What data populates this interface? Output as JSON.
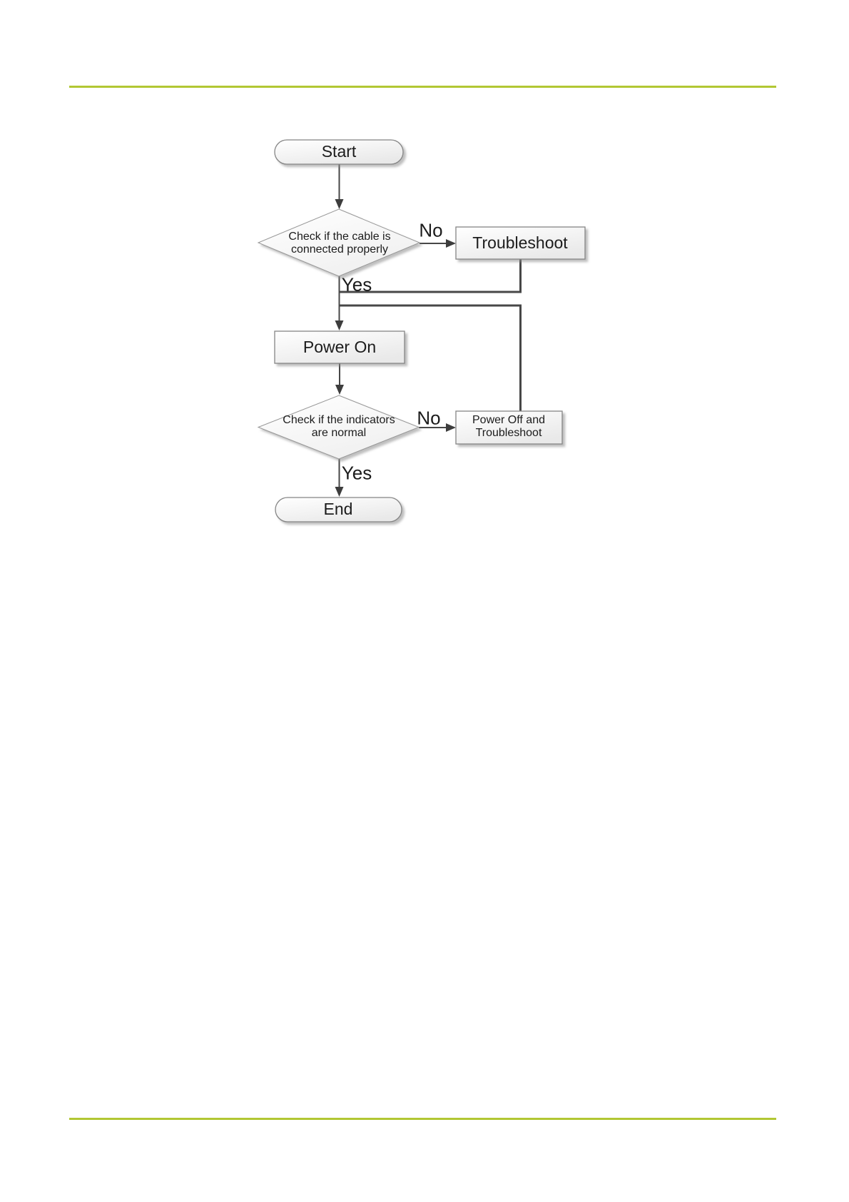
{
  "page": {
    "rule_color": "#b2c733"
  },
  "flowchart": {
    "start_label": "Start",
    "decision1_label": "Check if the cable is\nconnected properly",
    "no1_label": "No",
    "troubleshoot_label": "Troubleshoot",
    "yes1_label": "Yes",
    "power_on_label": "Power On",
    "decision2_label": "Check if the indicators\nare normal",
    "no2_label": "No",
    "power_off_label": "Power Off and\nTroubleshoot",
    "yes2_label": "Yes",
    "end_label": "End"
  }
}
